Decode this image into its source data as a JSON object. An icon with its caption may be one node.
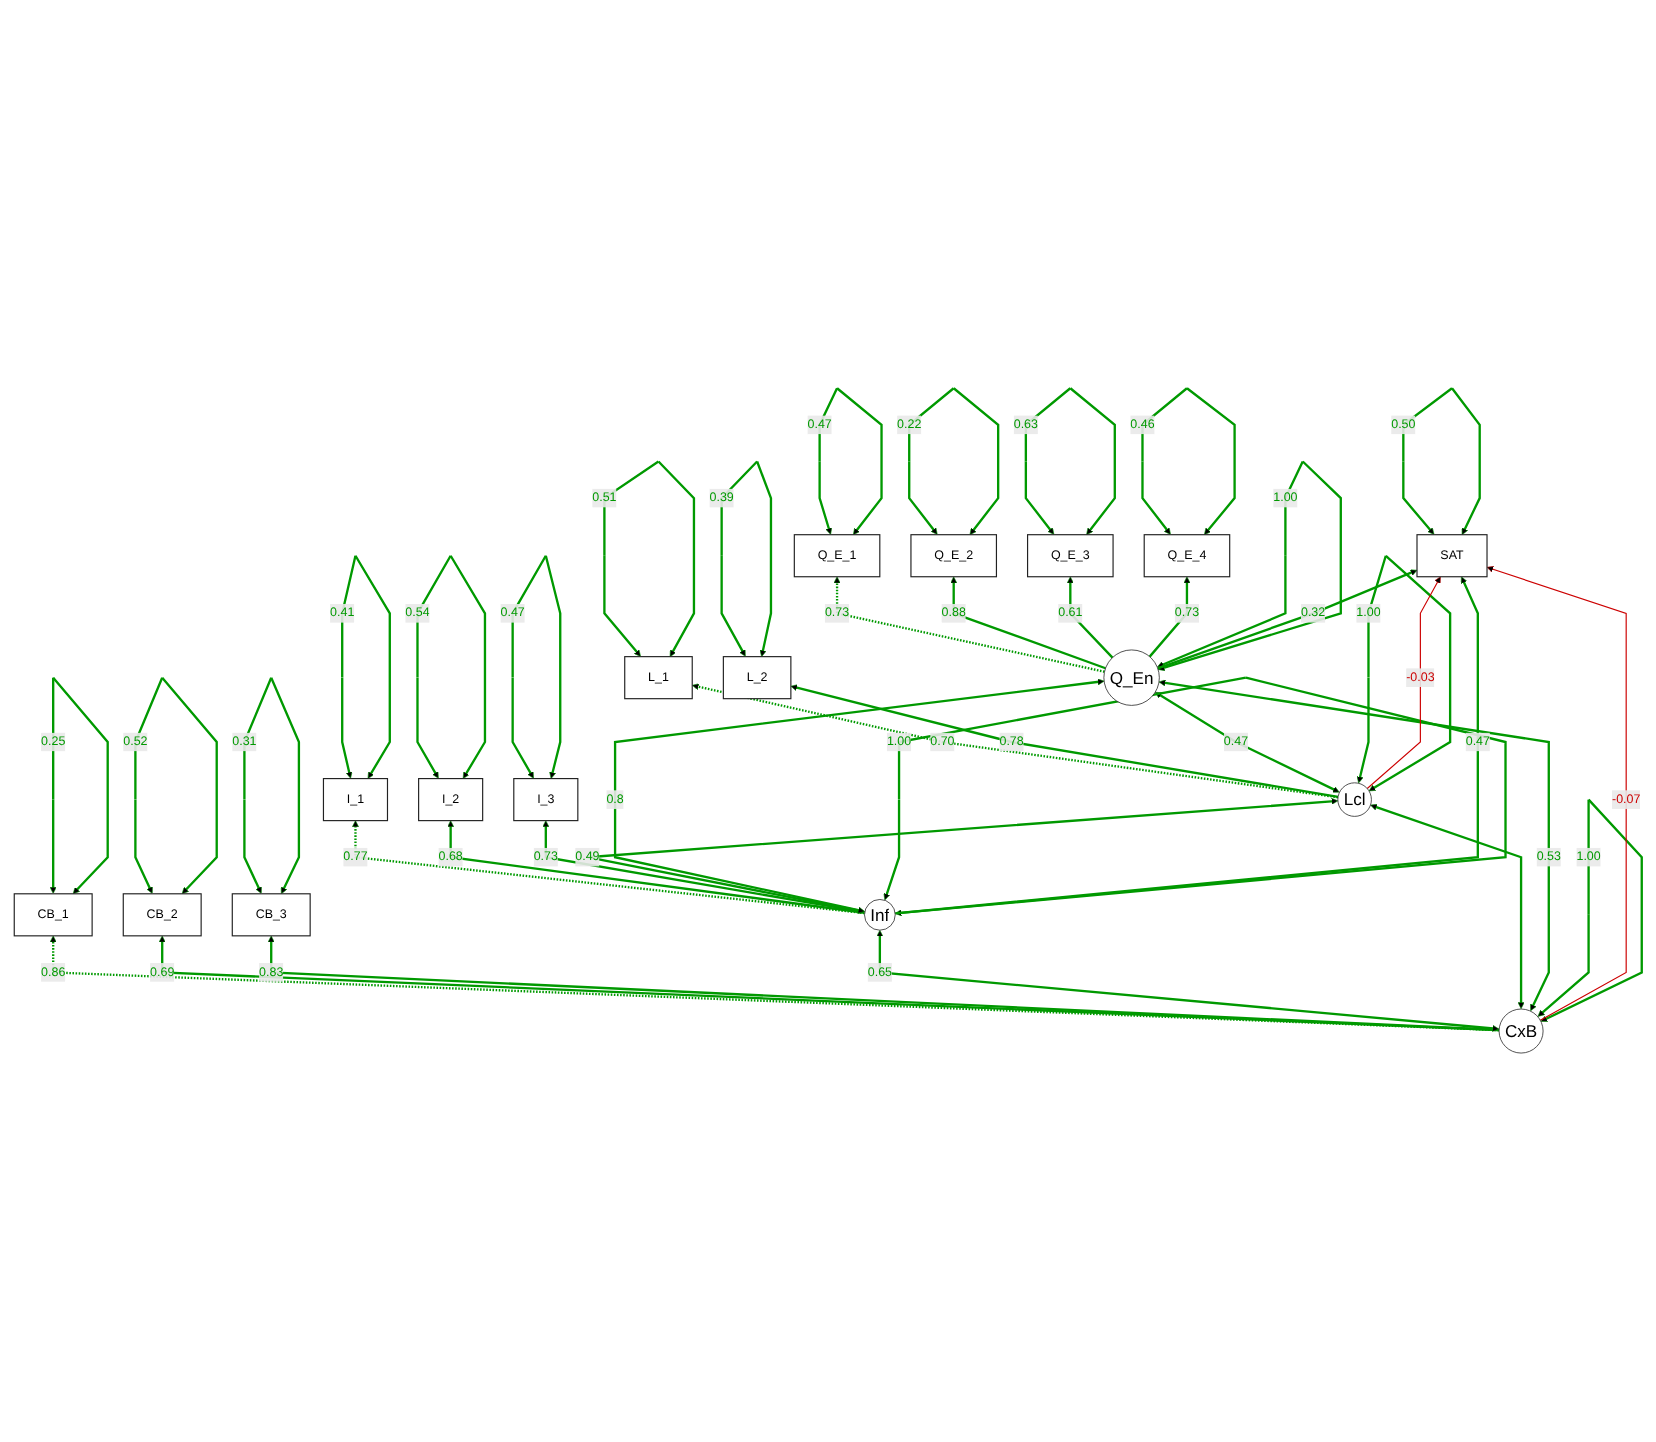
{
  "diagram": {
    "nodes": [
      {
        "text": [
          "CB_1"
        ]
      },
      {
        "text": [
          "CB_2"
        ]
      },
      {
        "text": [
          "CB_3"
        ]
      },
      {
        "text": [
          "I_1"
        ]
      },
      {
        "text": [
          "I_2"
        ]
      },
      {
        "text": [
          "I_3"
        ]
      },
      {
        "text": [
          "L_1"
        ]
      },
      {
        "text": [
          "L_2"
        ]
      },
      {
        "text": [
          "Q_E_1"
        ]
      },
      {
        "text": [
          "Q_E_2"
        ]
      },
      {
        "text": [
          "Q_E_3"
        ]
      },
      {
        "text": [
          "Q_E_4"
        ]
      },
      {
        "text": [
          "CxB"
        ]
      },
      {
        "text": [
          "Inf"
        ]
      },
      {
        "text": [
          "Lcl"
        ]
      },
      {
        "text": [
          "Q_En"
        ]
      },
      {
        "text": [
          "SAT"
        ]
      }
    ],
    "edges": [
      {
        "from": 0,
        "to": 0,
        "arrow": "both",
        "label": "0.25"
      },
      {
        "from": 1,
        "to": 1,
        "arrow": "both",
        "label": "0.52"
      },
      {
        "from": 2,
        "to": 2,
        "arrow": "both",
        "label": "0.31"
      },
      {
        "from": 3,
        "to": 3,
        "arrow": "both",
        "label": "0.41"
      },
      {
        "from": 4,
        "to": 4,
        "arrow": "both",
        "label": "0.54"
      },
      {
        "from": 5,
        "to": 5,
        "arrow": "both",
        "label": "0.47"
      },
      {
        "from": 6,
        "to": 6,
        "arrow": "both",
        "label": "0.51"
      },
      {
        "from": 7,
        "to": 7,
        "arrow": "both",
        "label": "0.39"
      },
      {
        "from": 8,
        "to": 8,
        "arrow": "both",
        "label": "0.47"
      },
      {
        "from": 9,
        "to": 9,
        "arrow": "both",
        "label": "0.22"
      },
      {
        "from": 10,
        "to": 10,
        "arrow": "both",
        "label": "0.63"
      },
      {
        "from": 11,
        "to": 11,
        "arrow": "both",
        "label": "0.46"
      },
      {
        "from": 12,
        "to": 0,
        "arrow": "to",
        "label": "0.86",
        "style": "dashed"
      },
      {
        "from": 12,
        "to": 1,
        "arrow": "to",
        "label": "0.69"
      },
      {
        "from": 12,
        "to": 2,
        "arrow": "to",
        "label": "0.83"
      },
      {
        "from": 13,
        "to": 3,
        "arrow": "to",
        "label": "0.77",
        "style": "dashed"
      },
      {
        "from": 13,
        "to": 4,
        "arrow": "to",
        "label": "0.68"
      },
      {
        "from": 13,
        "to": 5,
        "arrow": "to",
        "label": "0.73"
      },
      {
        "from": 14,
        "to": 6,
        "arrow": "to",
        "label": "0.70",
        "style": "dashed"
      },
      {
        "from": 14,
        "to": 7,
        "arrow": "to",
        "label": "0.78"
      },
      {
        "from": 15,
        "to": 8,
        "arrow": "to",
        "label": "0.73",
        "style": "dashed"
      },
      {
        "from": 15,
        "to": 9,
        "arrow": "to",
        "label": "0.88"
      },
      {
        "from": 15,
        "to": 10,
        "arrow": "to",
        "label": "0.61"
      },
      {
        "from": 15,
        "to": 11,
        "arrow": "to",
        "label": "0.73"
      },
      {
        "from": 12,
        "to": 13,
        "arrow": "both",
        "label": "0.65"
      },
      {
        "from": 12,
        "to": 14,
        "arrow": "both"
      },
      {
        "from": 12,
        "to": 15,
        "arrow": "both",
        "label": "0.53"
      },
      {
        "from": 13,
        "to": 14,
        "arrow": "both",
        "label": "0.49"
      },
      {
        "from": 13,
        "to": 15,
        "arrow": "both",
        "label": "0.8"
      },
      {
        "from": 14,
        "to": 15,
        "arrow": "both",
        "label": "0.47"
      },
      {
        "from": 12,
        "to": 12,
        "arrow": "both",
        "label": "1.00"
      },
      {
        "from": 13,
        "to": 13,
        "arrow": "both",
        "label": "1.00"
      },
      {
        "from": 14,
        "to": 14,
        "arrow": "both",
        "label": "1.00"
      },
      {
        "from": 15,
        "to": 15,
        "arrow": "both",
        "label": "1.00"
      },
      {
        "from": 12,
        "to": 16,
        "arrow": "to",
        "label": "-0.07",
        "color": "#cc0000"
      },
      {
        "from": 13,
        "to": 16,
        "arrow": "to",
        "label": "0.47"
      },
      {
        "from": 14,
        "to": 16,
        "arrow": "to",
        "label": "-0.03",
        "color": "#cc0000"
      },
      {
        "from": 15,
        "to": 16,
        "arrow": "to",
        "label": "0.32"
      },
      {
        "from": 16,
        "to": 16,
        "arrow": "both",
        "label": "0.50"
      }
    ]
  }
}
